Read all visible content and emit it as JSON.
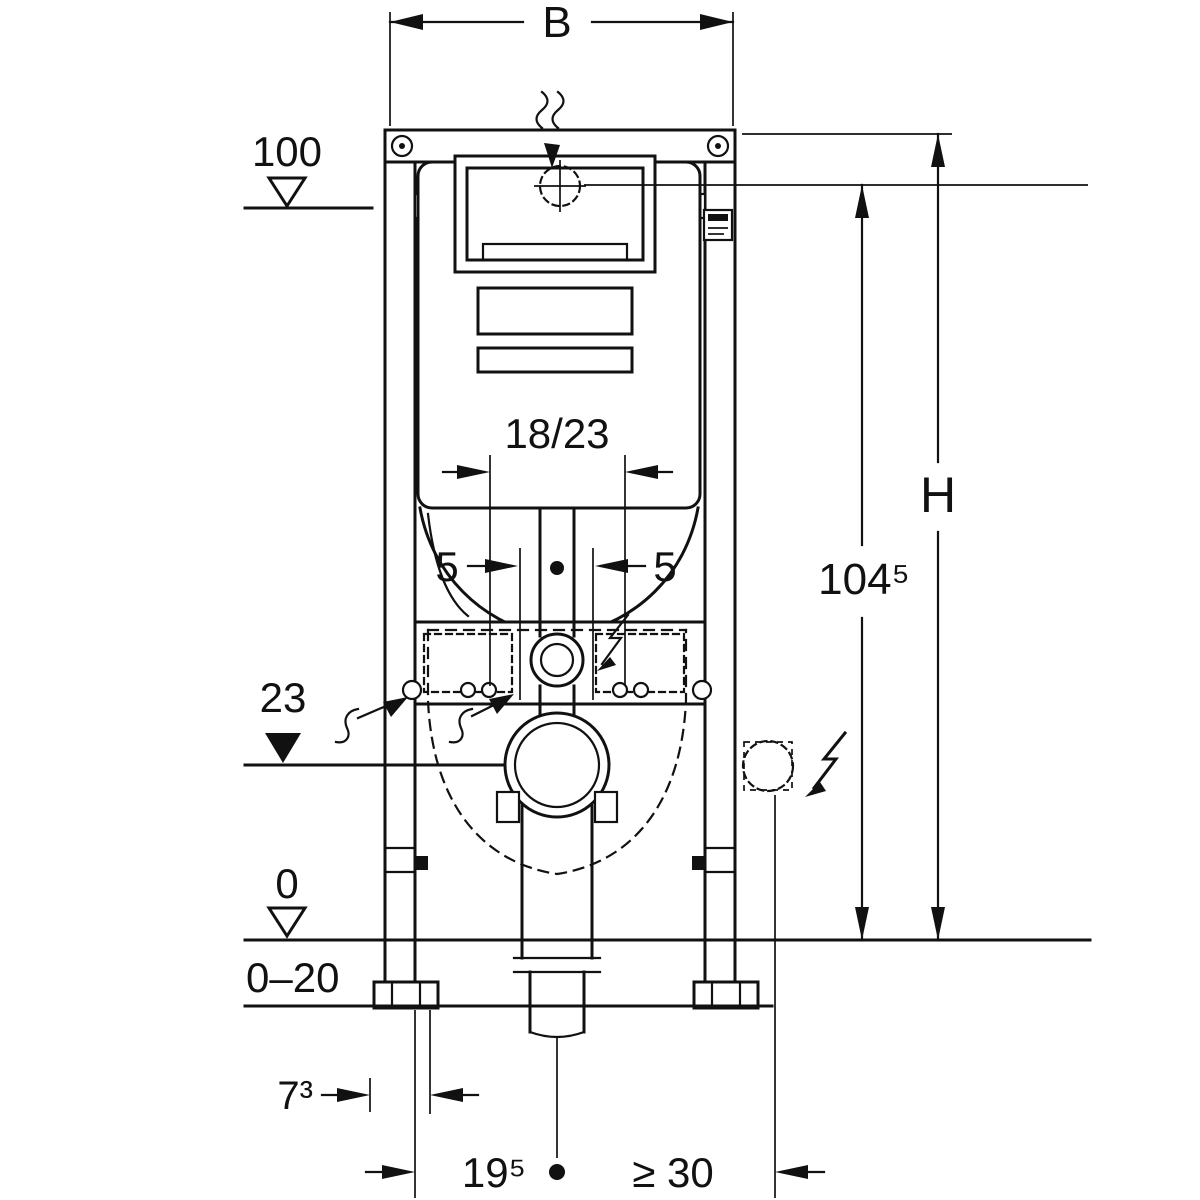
{
  "page": {
    "background": "#ffffff",
    "line_color": "#111111",
    "description": "Technical installation drawing of a concealed-cistern WC mounting frame with dimension annotations"
  },
  "icons": {
    "water_supply": "wavy-lines-arrow",
    "electrical_connection": "lightning-arrow",
    "level_marker_open": "open-triangle",
    "level_marker_filled": "filled-triangle",
    "flush_plate_center": "dashed-circle-crosshair"
  },
  "diagram": {
    "labels": {
      "width_B": "B",
      "level_100": "100",
      "rod_spacing_18_23": "18/23",
      "offset_5_left": "5",
      "offset_5_right": "5",
      "outlet_level_23": "23",
      "height_H": "H",
      "height_104_5": "104⁵",
      "floor_level_0": "0",
      "floor_finish_0_20": "0–20",
      "foot_offset_7_3": "7³",
      "outlet_offset_19_5": "19⁵",
      "min_clearance_30": "≥ 30"
    }
  }
}
